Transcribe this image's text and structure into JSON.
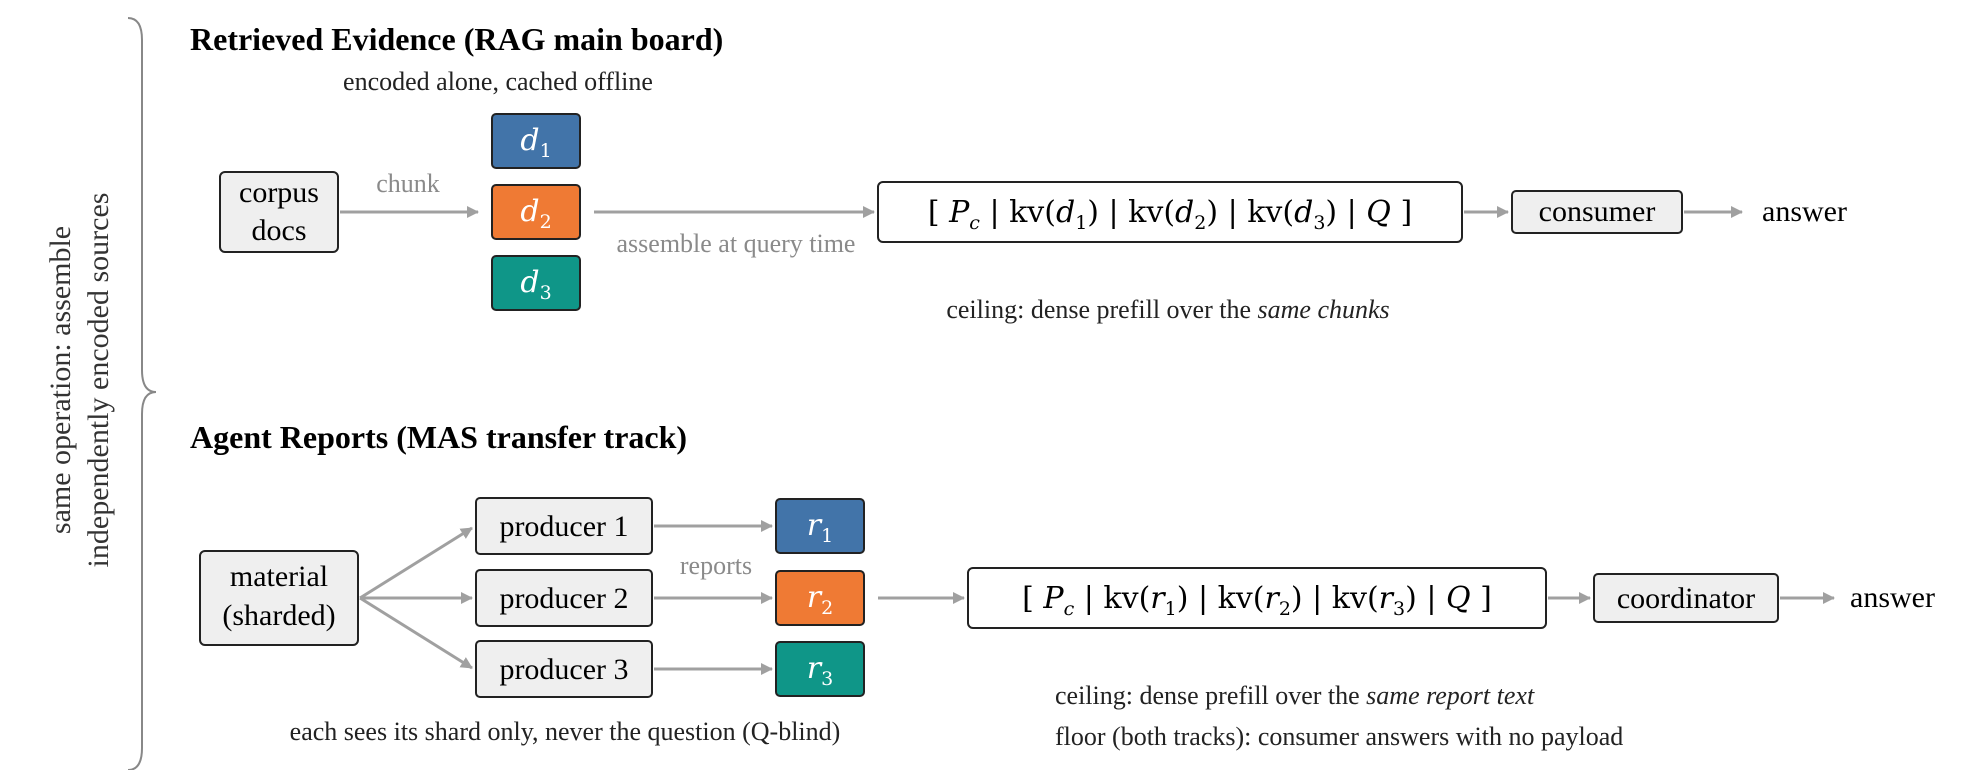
{
  "side_label": {
    "line1": "same operation: assemble",
    "line2": "independently encoded sources"
  },
  "rag": {
    "title": "Retrieved Evidence (RAG main board)",
    "encode_caption": "encoded alone, cached offline",
    "source_line1": "corpus",
    "source_line2": "docs",
    "chunk_label": "chunk",
    "assemble_label": "assemble at query time",
    "chunks": [
      {
        "sym": "d",
        "sub": "1",
        "color": "#4274a9"
      },
      {
        "sym": "d",
        "sub": "2",
        "color": "#ef7a34"
      },
      {
        "sym": "d",
        "sub": "3",
        "color": "#0f9688"
      }
    ],
    "seq_sym": "d",
    "consumer": "consumer",
    "answer": "answer",
    "ceiling_prefix": "ceiling: dense prefill over the ",
    "ceiling_italic": "same chunks"
  },
  "mas": {
    "title": "Agent Reports (MAS transfer track)",
    "source_line1": "material",
    "source_line2": "(sharded)",
    "producers": [
      "producer 1",
      "producer 2",
      "producer 3"
    ],
    "reports_label": "reports",
    "reports": [
      {
        "sym": "r",
        "sub": "1",
        "color": "#4274a9"
      },
      {
        "sym": "r",
        "sub": "2",
        "color": "#ef7a34"
      },
      {
        "sym": "r",
        "sub": "3",
        "color": "#0f9688"
      }
    ],
    "seq_sym": "r",
    "consumer": "coordinator",
    "answer": "answer",
    "shard_caption": "each sees its shard only, never the question (Q-blind)",
    "ceiling_prefix": "ceiling: dense prefill over the ",
    "ceiling_italic": "same report text",
    "floor_text": "floor (both tracks): consumer answers with no payload"
  },
  "sequence": {
    "prefix": "P",
    "prefix_sub": "c",
    "fn": "kv",
    "query": "Q"
  }
}
